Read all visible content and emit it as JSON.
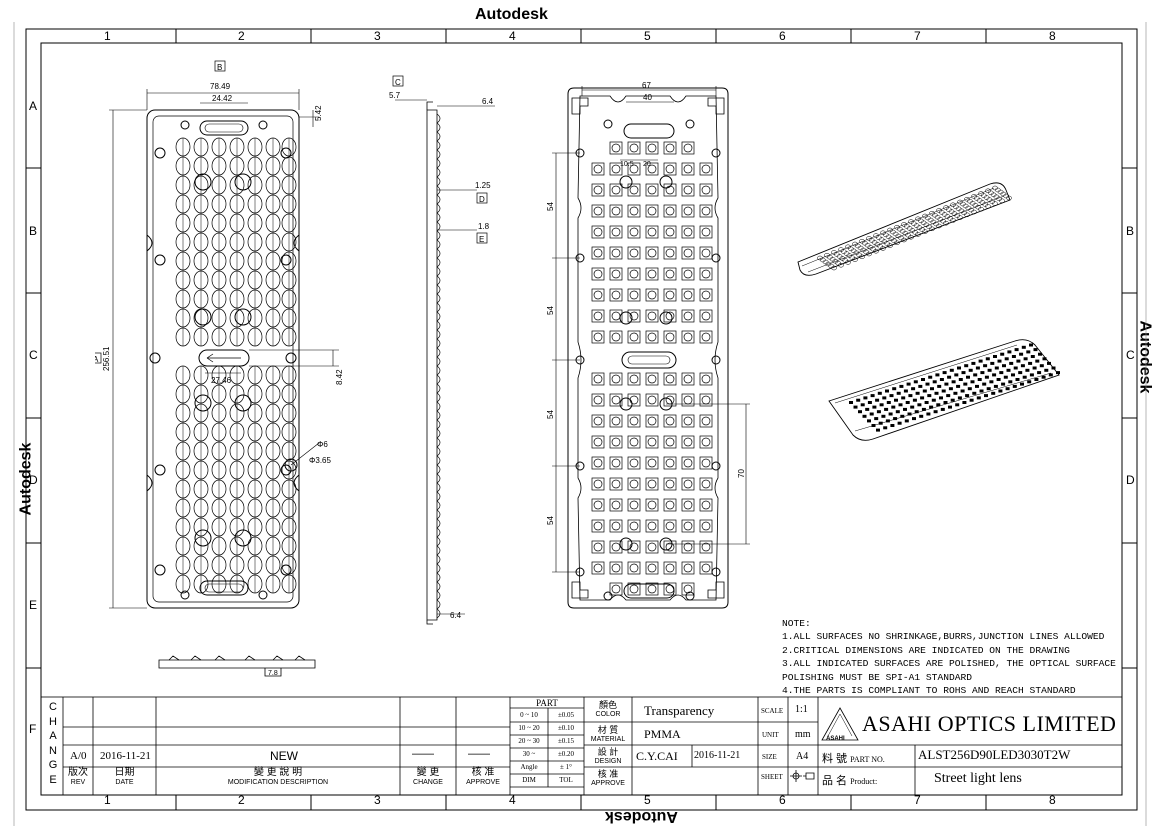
{
  "brand": "Autodesk",
  "grid": {
    "columns": [
      "1",
      "2",
      "3",
      "4",
      "5",
      "6",
      "7",
      "8"
    ],
    "rows": [
      "A",
      "B",
      "C",
      "D",
      "E",
      "F"
    ]
  },
  "views": {
    "front": {
      "label_a": "A",
      "label_b": "B",
      "dims": {
        "width": "78.49",
        "inner": "24.42",
        "top_offset": "5.42",
        "height": "256.51",
        "center": "27.46",
        "slot": "8.42",
        "hole_d": "Φ6",
        "hole_d2": "Φ3.65"
      }
    },
    "side": {
      "label_c": "C",
      "label_d": "D",
      "label_e": "E",
      "dims": {
        "top": "5.7",
        "thick": "6.4",
        "d1": "1.25",
        "d2": "1.8",
        "bottom": "6.4",
        "foot": "7.8"
      }
    },
    "back": {
      "dims": {
        "outer": "67",
        "inner": "40",
        "a": "10.5",
        "b": "20",
        "pitch1": "54",
        "pitch2": "54",
        "pitch3": "54",
        "pitch4": "54",
        "h70": "70"
      }
    }
  },
  "notes": {
    "title": "NOTE:",
    "lines": [
      "1.ALL SURFACES NO SHRINKAGE,BURRS,JUNCTION LINES ALLOWED",
      "2.CRITICAL DIMENSIONS ARE INDICATED ON THE DRAWING",
      "3.ALL INDICATED SURFACES ARE POLISHED, THE OPTICAL SURFACE",
      "POLISHING MUST BE SPI-A1 STANDARD",
      "4.THE PARTS IS COMPLIANT TO ROHS AND REACH STANDARD"
    ]
  },
  "title_block": {
    "change_letters": [
      "C",
      "H",
      "A",
      "N",
      "G",
      "E"
    ],
    "rev": "A/0",
    "rev_date": "2016-11-21",
    "rev_desc": "NEW",
    "rev_change": "——",
    "rev_approve": "——",
    "h_rev_cn": "版次",
    "h_rev_en": "REV",
    "h_date_cn": "日期",
    "h_date_en": "DATE",
    "h_desc_cn": "變 更 說 明",
    "h_desc_en": "MODIFICATION DESCRIPTION",
    "h_change_cn": "變 更",
    "h_change_en": "CHANGE",
    "h_approve_cn": "核 准",
    "h_approve_en": "APPROVE",
    "part_title": "PART",
    "tol_rows": [
      {
        "range": "0 ~ 10",
        "tol": "±0.05"
      },
      {
        "range": "10 ~ 20",
        "tol": "±0.10"
      },
      {
        "range": "20 ~ 30",
        "tol": "±0.15"
      },
      {
        "range": "30 ~",
        "tol": "±0.20"
      },
      {
        "range": "Angle",
        "tol": "± 1°"
      }
    ],
    "h_dim": "DIM",
    "h_tol": "TOL",
    "color_cn": "顏色",
    "color_en": "COLOR",
    "color_val": "Transparency",
    "material_cn": "材 質",
    "material_en": "MATERIAL",
    "material_val": "PMMA",
    "design_cn": "設 計",
    "design_en": "DESIGN",
    "designer": "C.Y.CAI",
    "design_date": "2016-11-21",
    "approve_cn": "核 准",
    "approve_en": "APPROVE",
    "scale_lbl": "SCALE",
    "scale_val": "1:1",
    "unit_lbl": "UNIT",
    "unit_val": "mm",
    "size_lbl": "SIZE",
    "size_val": "A4",
    "sheet_lbl": "SHEET",
    "company_logo": "ASAHI",
    "company": "ASAHI OPTICS LIMITED",
    "partno_cn": "料 號",
    "partno_en": "PART NO.",
    "partno_val": "ALST256D90LED3030T2W",
    "product_cn": "品 名",
    "product_en": "Product:",
    "product_val": "Street light lens"
  }
}
